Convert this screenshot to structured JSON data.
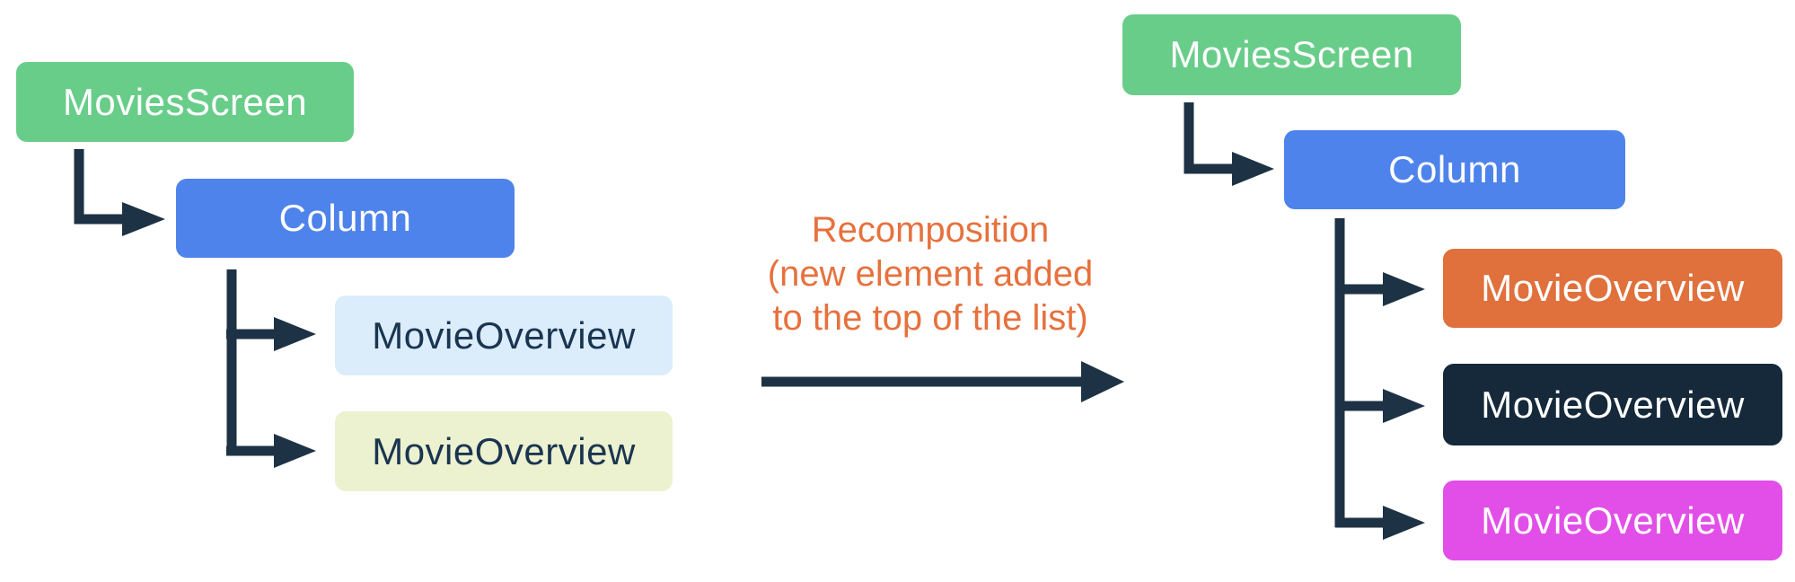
{
  "diagram": {
    "connector_color": "#1D3245",
    "left_tree": {
      "nodes": [
        {
          "label": "MoviesScreen",
          "bg": "#69CD8A",
          "fg": "#FFFFFF"
        },
        {
          "label": "Column",
          "bg": "#4E83EB",
          "fg": "#FFFFFF"
        },
        {
          "label": "MovieOverview",
          "bg": "#DBECFB",
          "fg": "#1A3550"
        },
        {
          "label": "MovieOverview",
          "bg": "#ECF1D0",
          "fg": "#1A3550"
        }
      ]
    },
    "right_tree": {
      "nodes": [
        {
          "label": "MoviesScreen",
          "bg": "#69CD8A",
          "fg": "#FFFFFF"
        },
        {
          "label": "Column",
          "bg": "#4E83EB",
          "fg": "#FFFFFF"
        },
        {
          "label": "MovieOverview",
          "bg": "#E0703C",
          "fg": "#FFFFFF"
        },
        {
          "label": "MovieOverview",
          "bg": "#15293B",
          "fg": "#FFFFFF"
        },
        {
          "label": "MovieOverview",
          "bg": "#E24FE8",
          "fg": "#FFFFFF"
        }
      ]
    },
    "annotation": {
      "color": "#E7713D",
      "lines": [
        "Recomposition",
        "(new element added",
        "to the top of the list)"
      ]
    }
  }
}
